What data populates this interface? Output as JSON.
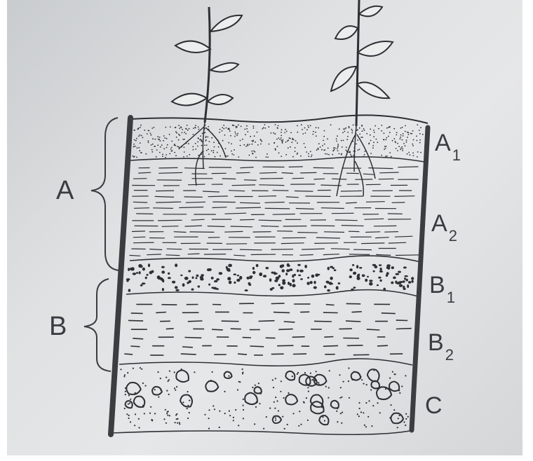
{
  "diagram": {
    "groups": [
      {
        "label": "A"
      },
      {
        "label": "B"
      }
    ],
    "horizons": [
      {
        "letter": "A",
        "sub": "1"
      },
      {
        "letter": "A",
        "sub": "2"
      },
      {
        "letter": "B",
        "sub": "1"
      },
      {
        "letter": "B",
        "sub": "2"
      },
      {
        "letter": "C",
        "sub": ""
      }
    ]
  },
  "colors": {
    "paper": "#e2e3e4",
    "ink": "#2e2f33",
    "wall": "#3c3d40"
  }
}
